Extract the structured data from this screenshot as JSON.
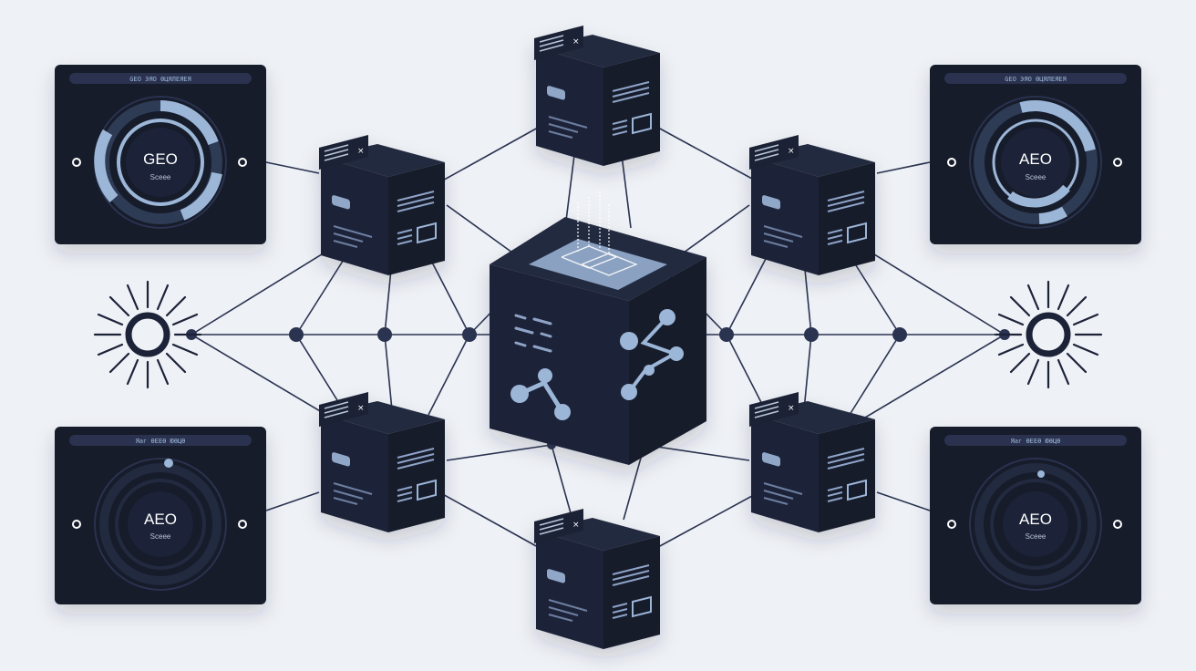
{
  "colors": {
    "background": "#eef1f6",
    "navy": "#1c2238",
    "navy_dark": "#151a2c",
    "panel": "#161b29",
    "accent": "#9cb6d8",
    "accent_dim": "#2f3a55",
    "line": "#2a3350"
  },
  "panels": [
    {
      "id": "top-left",
      "title": "GEO ЭЯО ӨЦЯЛЕЯЕЯ",
      "label": "GEO",
      "sublabel": "Sceee",
      "style": "segmented"
    },
    {
      "id": "top-right",
      "title": "GEO ЭЯО ӨЦЯЛЕЯЕЯ",
      "label": "AEO",
      "sublabel": "Sceee",
      "style": "segmented"
    },
    {
      "id": "bottom-left",
      "title": "Яаг ӨЕЕӨ ЮӨЦӨ",
      "label": "AEO",
      "sublabel": "Sceee",
      "style": "dot"
    },
    {
      "id": "bottom-right",
      "title": "Яаг ӨЕЕӨ ЮӨЦӨ",
      "label": "AEO",
      "sublabel": "Sceee",
      "style": "dot"
    }
  ],
  "panel_icons": {
    "left": "left-circle-icon",
    "right": "right-circle-icon"
  },
  "servers": [
    "top",
    "upper-left",
    "upper-right",
    "lower-left",
    "lower-right",
    "bottom"
  ],
  "central_cube": {
    "icons": [
      "circuit-grid-icon",
      "graph-nodes-icon",
      "network-path-icon"
    ]
  },
  "suns": [
    "left-sun-icon",
    "right-sun-icon"
  ]
}
